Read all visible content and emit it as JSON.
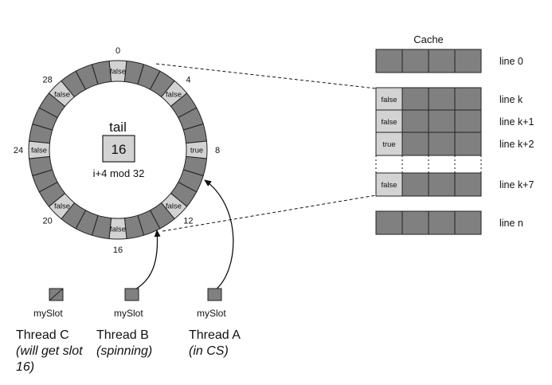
{
  "diagram": {
    "cache_title": "Cache",
    "tail_label": "tail",
    "tail_value": "16",
    "formula": "i+4 mod 32",
    "ring": {
      "slot_count": 32,
      "index_labels": [
        "0",
        "4",
        "8",
        "12",
        "16",
        "20",
        "24",
        "28"
      ],
      "flags": [
        {
          "slot": 0,
          "text": "false"
        },
        {
          "slot": 4,
          "text": "false"
        },
        {
          "slot": 8,
          "text": "true"
        },
        {
          "slot": 12,
          "text": "false"
        },
        {
          "slot": 16,
          "text": "false"
        },
        {
          "slot": 20,
          "text": "false"
        },
        {
          "slot": 24,
          "text": "false"
        },
        {
          "slot": 28,
          "text": "false"
        }
      ]
    },
    "cache_lines": [
      {
        "label": "line 0",
        "cell0": ""
      },
      {
        "label": "line k",
        "cell0": "false"
      },
      {
        "label": "line k+1",
        "cell0": "false"
      },
      {
        "label": "line k+2",
        "cell0": "true"
      },
      {
        "label": "line k+7",
        "cell0": "false"
      },
      {
        "label": "line n",
        "cell0": ""
      }
    ],
    "myslot_label": "mySlot",
    "threads": [
      {
        "name": "Thread C",
        "note": "(will get slot 16)"
      },
      {
        "name": "Thread B",
        "note": "(spinning)"
      },
      {
        "name": "Thread A",
        "note": "(in CS)"
      }
    ],
    "colors": {
      "slot_dark": "#808080",
      "slot_light": "#d3d3d3",
      "outline": "#222222"
    }
  }
}
